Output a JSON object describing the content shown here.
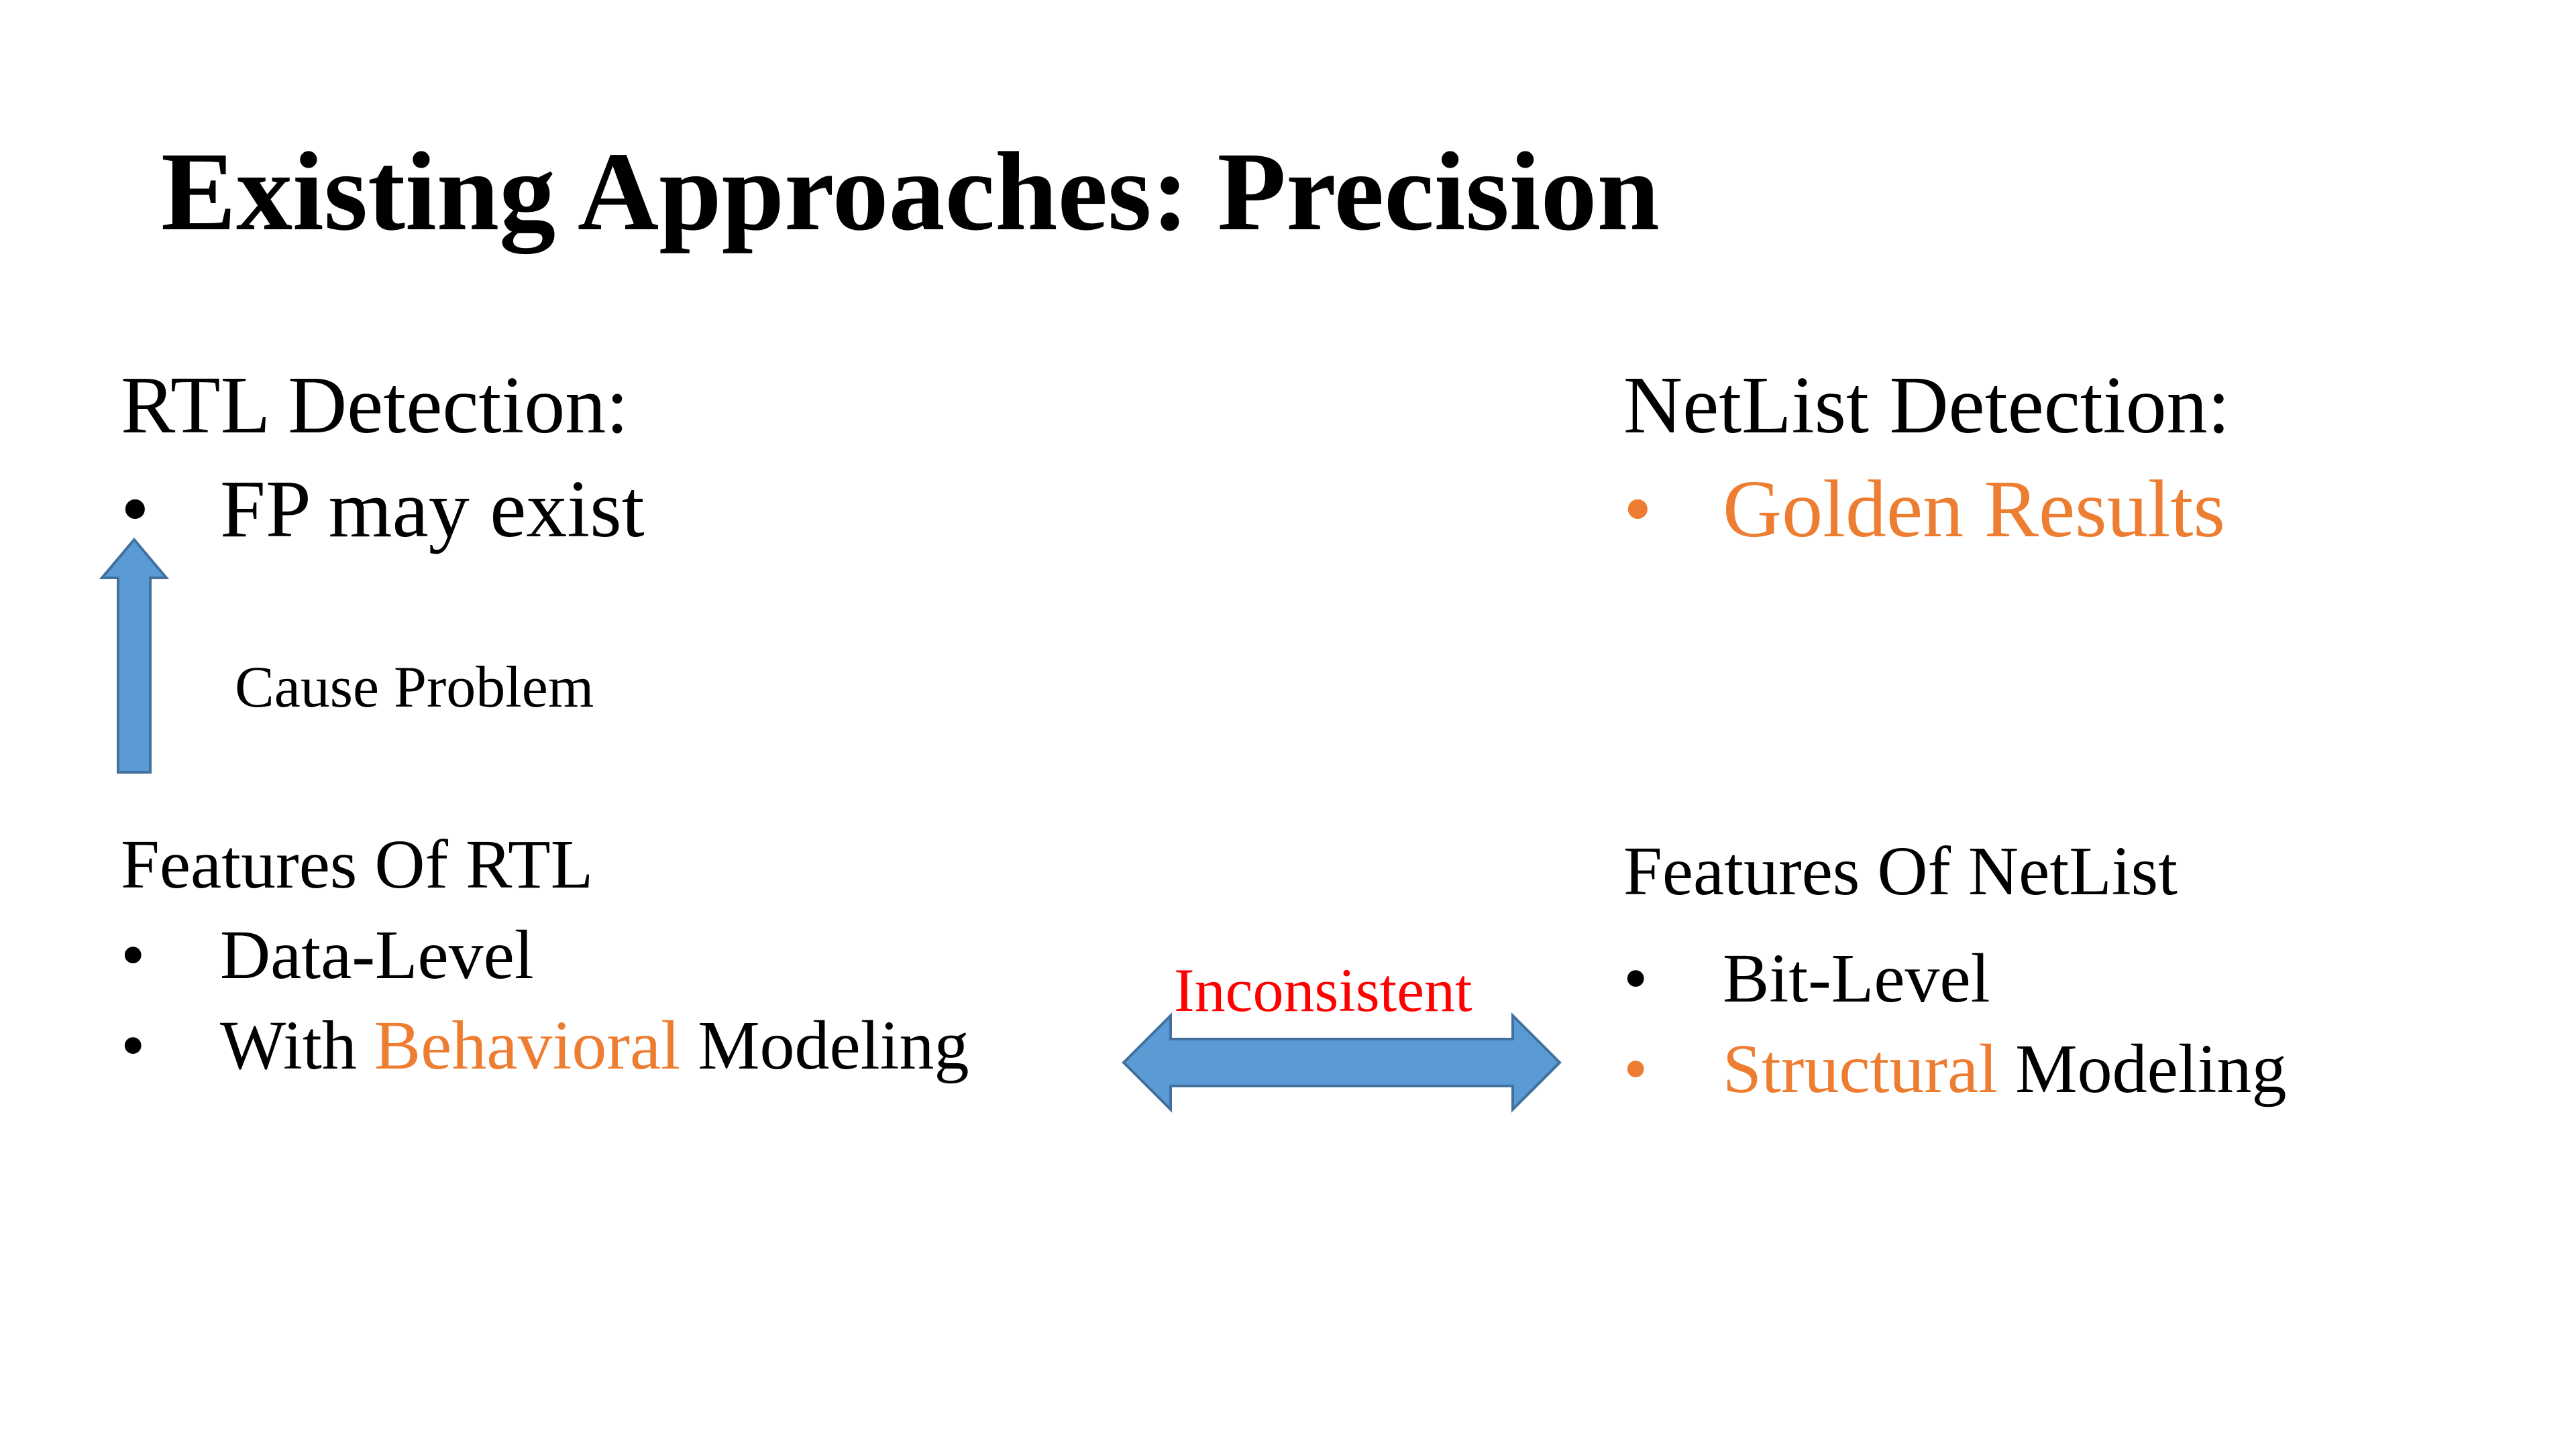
{
  "slide": {
    "title": "Existing Approaches: Precision"
  },
  "left": {
    "heading": "RTL Detection:",
    "bullet": "FP may exist",
    "arrow_label": "Cause Problem",
    "features_heading": "Features Of RTL",
    "features": [
      {
        "text": "Data-Level"
      },
      {
        "prefix": "With ",
        "highlight": "Behavioral",
        "suffix": " Modeling"
      }
    ]
  },
  "right": {
    "heading": "NetList Detection:",
    "bullet": "Golden Results",
    "features_heading": "Features Of NetList",
    "features": [
      {
        "text": "Bit-Level"
      },
      {
        "highlight": "Structural",
        "suffix": " Modeling"
      }
    ]
  },
  "connector": {
    "label": "Inconsistent"
  },
  "colors": {
    "accent_orange": "#ED7D31",
    "alert_red": "#FF0000",
    "arrow_blue": "#5B9BD5",
    "arrow_outline": "#41719C"
  }
}
